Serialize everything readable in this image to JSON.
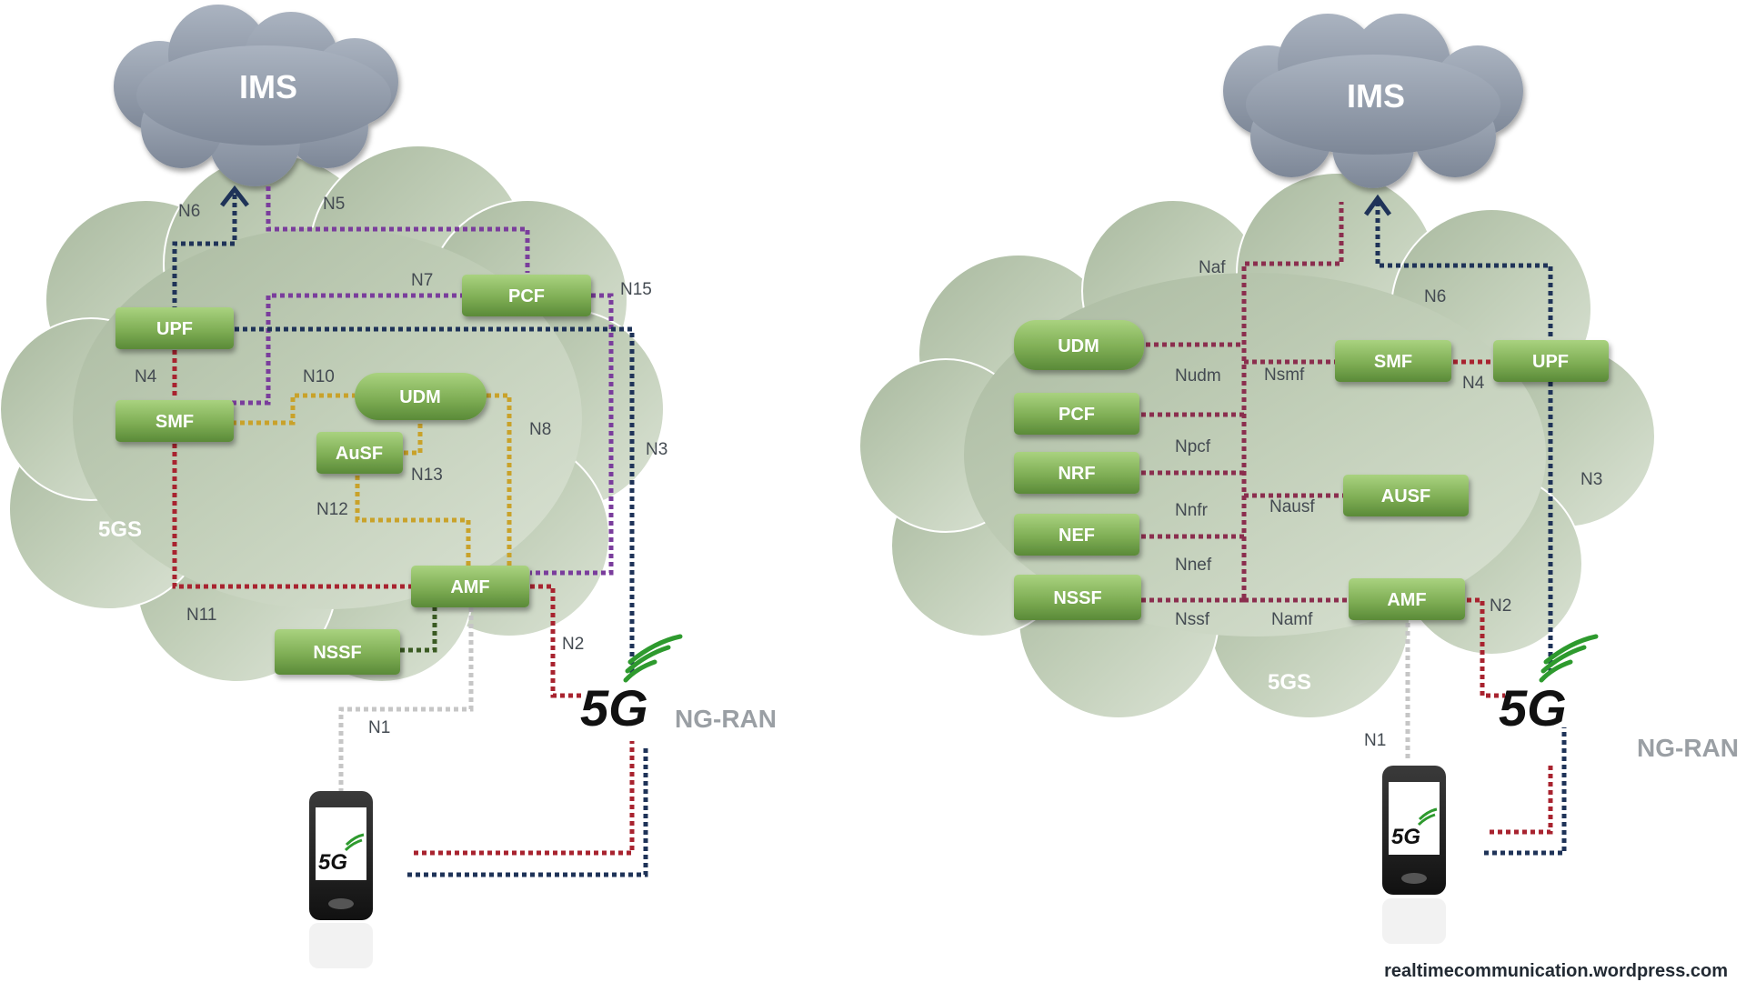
{
  "colors": {
    "sig_red": "#a8232f",
    "sig_purple": "#7a3d9c",
    "sig_navy": "#1f3358",
    "sig_gold": "#c9a22a",
    "sig_gray": "#c6c6c6",
    "sig_darkgreen": "#3a5a22",
    "sig_maroon": "#8b2e4e",
    "nf_green_top": "#a4d07a",
    "nf_green_bottom": "#5f8f3d",
    "cloud_5gs": "#c4d1bc",
    "cloud_ims": "#8f9aaa",
    "five_g_arc_green": "#2e9a2e"
  },
  "left": {
    "ims_label": "IMS",
    "core_label": "5GS",
    "ran_label": "NG-RAN",
    "five_g_logo": "5G",
    "phone_logo": "5G",
    "nf": {
      "upf": "UPF",
      "smf": "SMF",
      "pcf": "PCF",
      "udm": "UDM",
      "ausf": "AuSF",
      "amf": "AMF",
      "nssf": "NSSF"
    },
    "ifaces": {
      "n1": "N1",
      "n2": "N2",
      "n3": "N3",
      "n4": "N4",
      "n5": "N5",
      "n6": "N6",
      "n7": "N7",
      "n8": "N8",
      "n10": "N10",
      "n11": "N11",
      "n12": "N12",
      "n13": "N13",
      "n15": "N15"
    }
  },
  "right": {
    "ims_label": "IMS",
    "core_label": "5GS",
    "ran_label": "NG-RAN",
    "five_g_logo": "5G",
    "phone_logo": "5G",
    "nf": {
      "udm": "UDM",
      "pcf": "PCF",
      "nrf": "NRF",
      "nef": "NEF",
      "nssf": "NSSF",
      "smf": "SMF",
      "upf": "UPF",
      "ausf": "AUSF",
      "amf": "AMF"
    },
    "ifaces": {
      "naf": "Naf",
      "n6": "N6",
      "nudm": "Nudm",
      "nsmf": "Nsmf",
      "n4": "N4",
      "npcf": "Npcf",
      "nnfr": "Nnfr",
      "nausf": "Nausf",
      "n3": "N3",
      "nnef": "Nnef",
      "nssf": "Nssf",
      "namf": "Namf",
      "n2": "N2",
      "n1": "N1"
    }
  },
  "credit": "realtimecommunication.wordpress.com"
}
